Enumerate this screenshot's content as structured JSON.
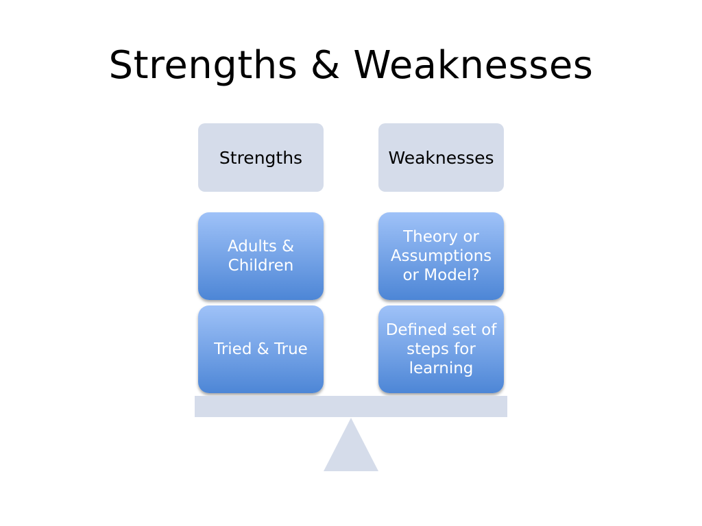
{
  "title": "Strengths & Weaknesses",
  "colors": {
    "header_fill": "#d5dcea",
    "item_gradient_top": "#9fc2f8",
    "item_gradient_bottom": "#4d86d6",
    "scale_fill": "#d5dcea"
  },
  "left": {
    "header": "Strengths",
    "items": [
      "Adults & Children",
      "Tried & True"
    ]
  },
  "right": {
    "header": "Weaknesses",
    "items": [
      "Theory or Assumptions or Model?",
      "Defined set of steps for learning"
    ]
  }
}
